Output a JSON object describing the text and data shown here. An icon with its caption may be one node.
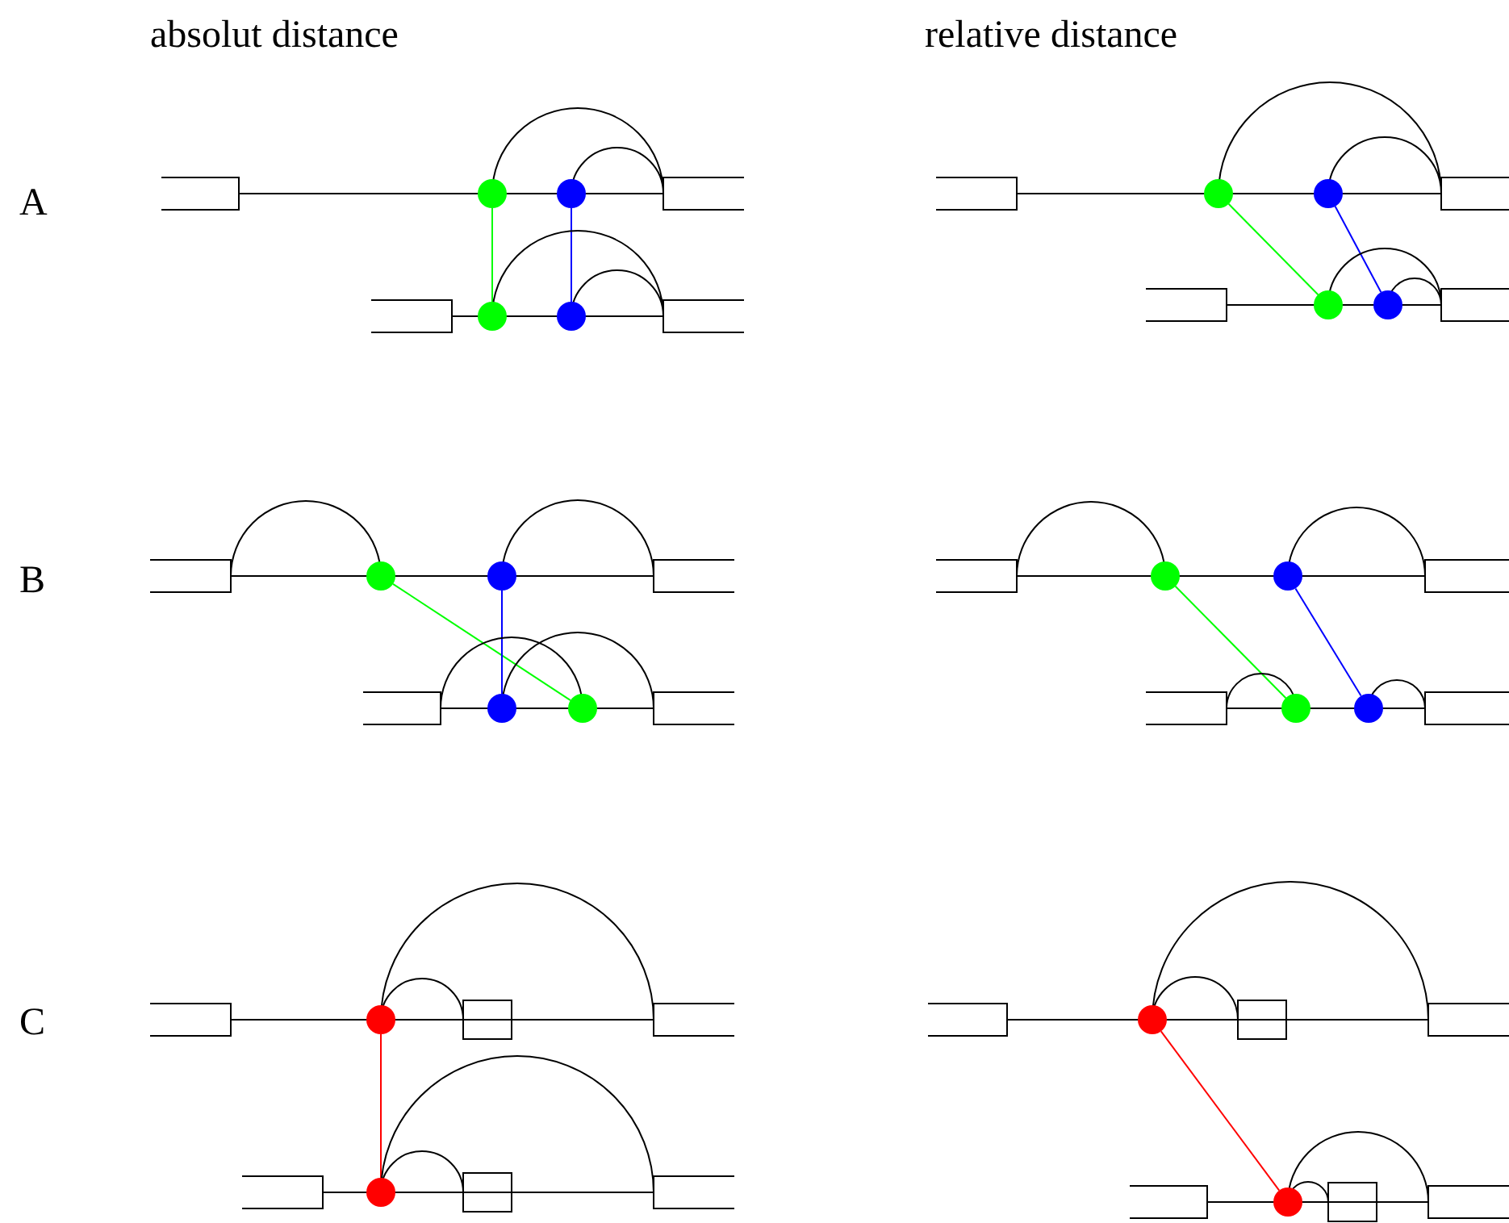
{
  "diagram": {
    "nodes": [
      {
        "text": [],
        "shape": "circle"
      },
      {
        "text": [],
        "shape": "circle"
      },
      {
        "text": [],
        "shape": "circle"
      },
      {
        "text": [],
        "shape": "circle"
      },
      {
        "text": [],
        "shape": "circle"
      },
      {
        "text": [],
        "shape": "circle"
      },
      {
        "text": [],
        "shape": "circle"
      },
      {
        "text": [],
        "shape": "circle"
      },
      {
        "text": [],
        "shape": "circle"
      },
      {
        "text": [],
        "shape": "circle"
      },
      {
        "text": [],
        "shape": "circle"
      },
      {
        "text": [],
        "shape": "circle"
      },
      {
        "text": [],
        "shape": "circle"
      },
      {
        "text": [],
        "shape": "circle"
      },
      {
        "text": [],
        "shape": "circle"
      },
      {
        "text": [],
        "shape": "circle"
      },
      {
        "text": [],
        "shape": "circle"
      },
      {
        "text": [],
        "shape": "circle"
      },
      {
        "text": [],
        "shape": "circle"
      },
      {
        "text": [],
        "shape": "circle"
      }
    ],
    "edges": [
      {
        "from": 0,
        "to": 2,
        "arrow": "none",
        "color": "#00ff00"
      },
      {
        "from": 1,
        "to": 3,
        "arrow": "none",
        "color": "#0000ff"
      },
      {
        "from": 4,
        "to": 6,
        "arrow": "none",
        "color": "#00ff00"
      },
      {
        "from": 5,
        "to": 7,
        "arrow": "none",
        "color": "#0000ff"
      },
      {
        "from": 8,
        "to": 11,
        "arrow": "none",
        "color": "#00ff00"
      },
      {
        "from": 9,
        "to": 10,
        "arrow": "none",
        "color": "#0000ff"
      },
      {
        "from": 12,
        "to": 14,
        "arrow": "none",
        "color": "#00ff00"
      },
      {
        "from": 13,
        "to": 15,
        "arrow": "none",
        "color": "#0000ff"
      },
      {
        "from": 16,
        "to": 17,
        "arrow": "none",
        "color": "#ff0000"
      },
      {
        "from": 18,
        "to": 19,
        "arrow": "none",
        "color": "#ff0000"
      }
    ],
    "labels": [
      "absolut distance",
      "relative distance",
      "A",
      "B",
      "C"
    ]
  }
}
